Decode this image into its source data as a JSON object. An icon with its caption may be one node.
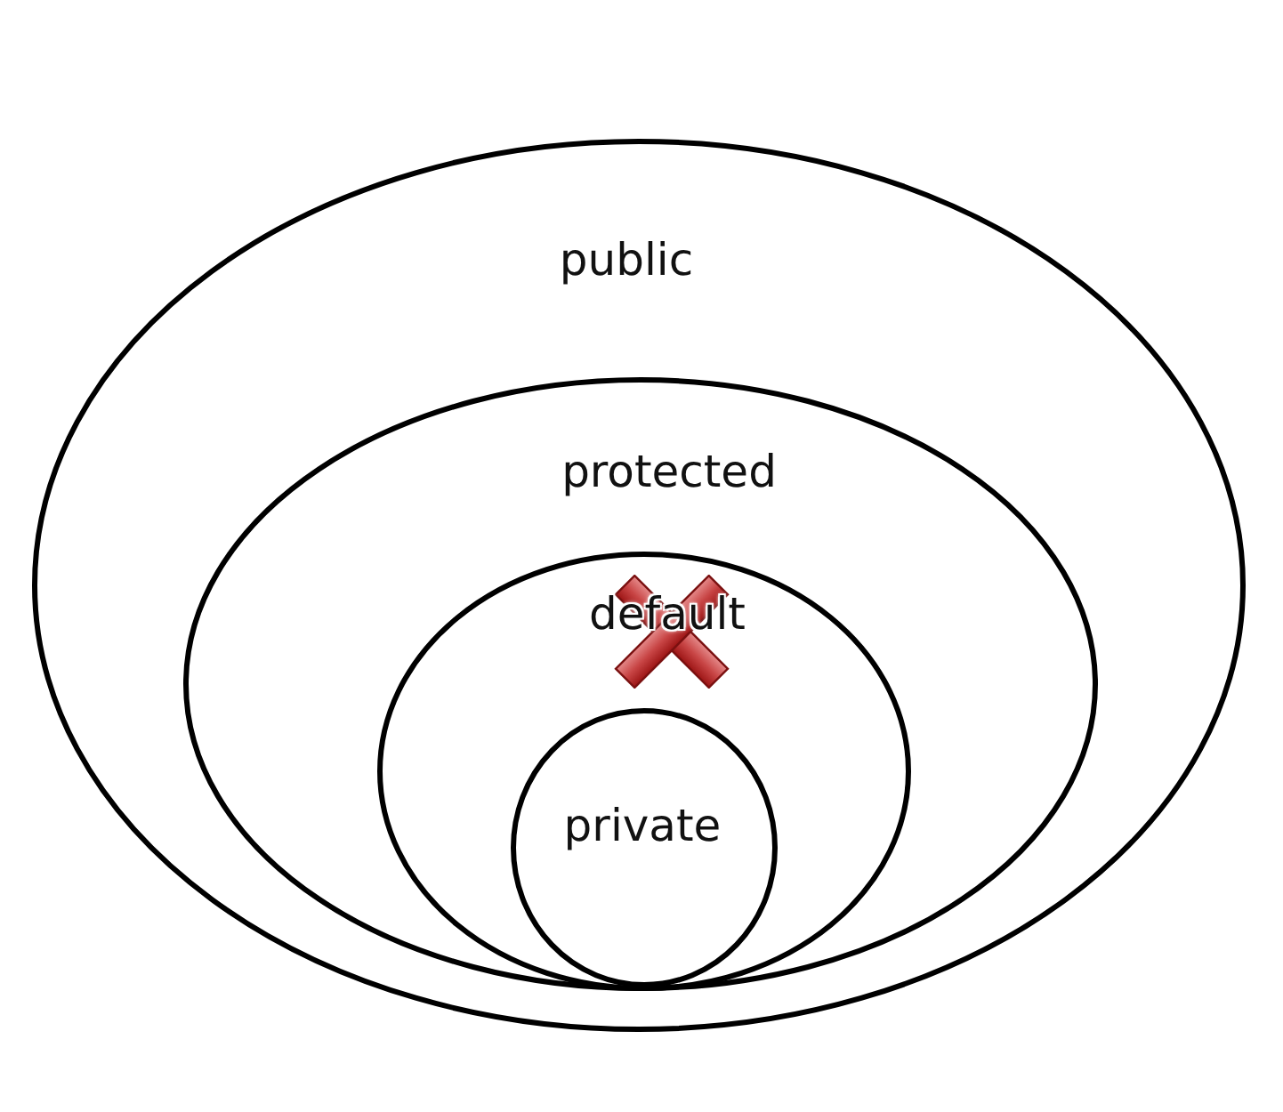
{
  "diagram": {
    "nodes": [
      {
        "text": [
          "public"
        ]
      },
      {
        "text": [
          "protected"
        ],
        "in": 0
      },
      {
        "text": [
          "default"
        ],
        "in": 1
      },
      {
        "text": [
          "private"
        ],
        "in": 2
      }
    ]
  }
}
